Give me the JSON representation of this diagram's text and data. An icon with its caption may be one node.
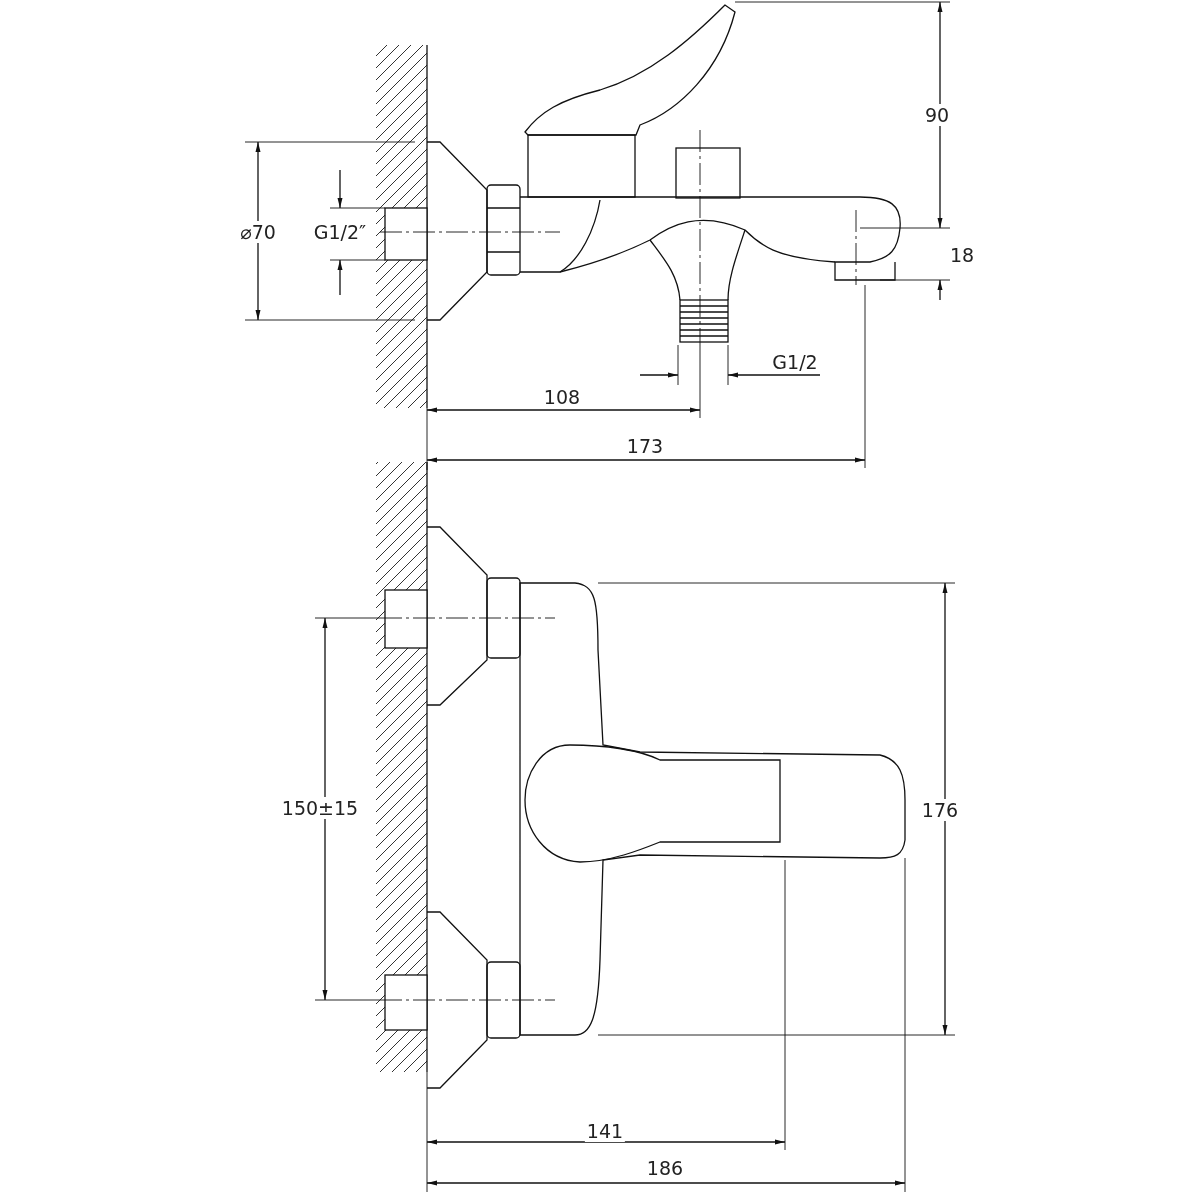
{
  "diagram": {
    "labels": [
      "90",
      "⌀70",
      "G1/2″",
      "18",
      "G1/2",
      "108",
      "173",
      "150±15",
      "176",
      "141",
      "186"
    ]
  }
}
